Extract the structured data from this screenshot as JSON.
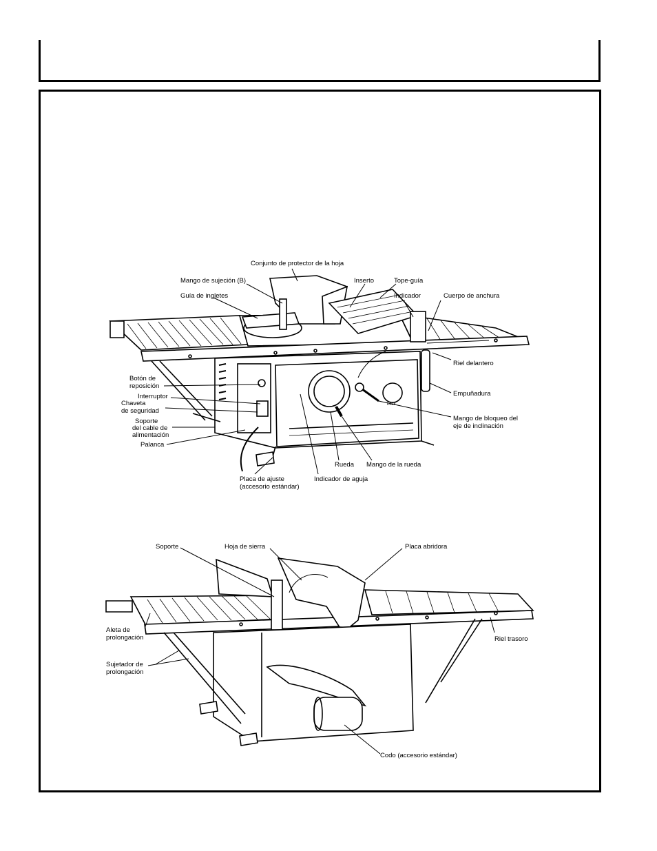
{
  "figure_top": {
    "labels": {
      "blade_guard": "Conjunto de protector de la hoja",
      "lock_handle_b": "Mango de sujeción (B)",
      "insert": "Inserto",
      "rip_fence": "Tope-guía",
      "indicator": "Indicador",
      "fence_body": "Cuerpo de anchura",
      "miter_gauge": "Guía de ingletes",
      "front_rail": "Riel delantero",
      "reset_button_1": "Botón de",
      "reset_button_2": "reposición",
      "switch": "Interruptor",
      "safety_key_1": "Chaveta",
      "safety_key_2": "de  seguridad",
      "cord_support_1": "Soporte",
      "cord_support_2": "del cable de",
      "cord_support_3": "alimentación",
      "lever": "Palanca",
      "handle": "Empuñadura",
      "bevel_lock_1": "Mango de bloqueo del",
      "bevel_lock_2": "eje de inclinación",
      "wheel": "Rueda",
      "wheel_handle": "Mango de la rueda",
      "pointer": "Indicador de aguja",
      "adjust_plate_1": "Placa de ajuste",
      "adjust_plate_2": "(accesorio estándar)",
      "lock_text": "Lock"
    }
  },
  "figure_bottom": {
    "labels": {
      "support": "Soporte",
      "saw_blade": "Hoja de sierra",
      "riving_plate": "Placa abridora",
      "ext_wing_1": "Aleta de",
      "ext_wing_2": "prolongación",
      "rear_rail": "Riel trasoro",
      "ext_bracket_1": "Sujetador de",
      "ext_bracket_2": "prolongación",
      "elbow": "Codo (accesorio estándar)"
    }
  }
}
